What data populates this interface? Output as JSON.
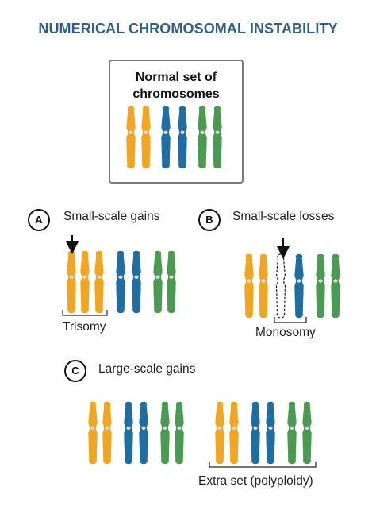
{
  "title": "NUMERICAL CHROMOSOMAL INSTABILITY",
  "normal": {
    "title_line1": "Normal set of",
    "title_line2": "chromosomes"
  },
  "panels": [
    {
      "letter": "A",
      "heading": "Small-scale gains",
      "bracket_label": "Trisomy"
    },
    {
      "letter": "B",
      "heading": "Small-scale losses",
      "bracket_label": "Monosomy"
    },
    {
      "letter": "C",
      "heading": "Large-scale gains",
      "bracket_label": "Extra set (polyploidy)"
    }
  ],
  "colors": {
    "orange": "#f2a61f",
    "blue": "#1f6ea3",
    "green": "#4a9a52",
    "centromere": "#d9d9d9"
  }
}
